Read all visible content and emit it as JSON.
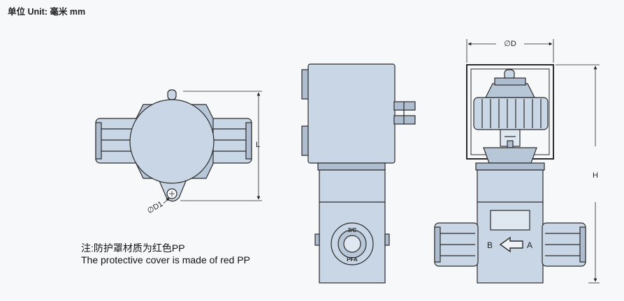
{
  "unit_label": "单位 Unit: 毫米 mm",
  "note": {
    "zh": "注:防护罩材质为红色PP",
    "en": "The protective cover is made of red PP"
  },
  "dimensions": {
    "diameter_d": "∅D",
    "diameter_d1": "∅D1",
    "length": "L",
    "height": "H"
  },
  "flow_labels": {
    "inlet": "A",
    "outlet": "B"
  },
  "panel_markings": {
    "top": "3/C",
    "bottom": "PFA"
  },
  "colors": {
    "body_fill": "#c9d6e5",
    "body_fill_dark": "#aebdcf",
    "outline": "#2b2b2b",
    "background": "#f7f8fa"
  }
}
